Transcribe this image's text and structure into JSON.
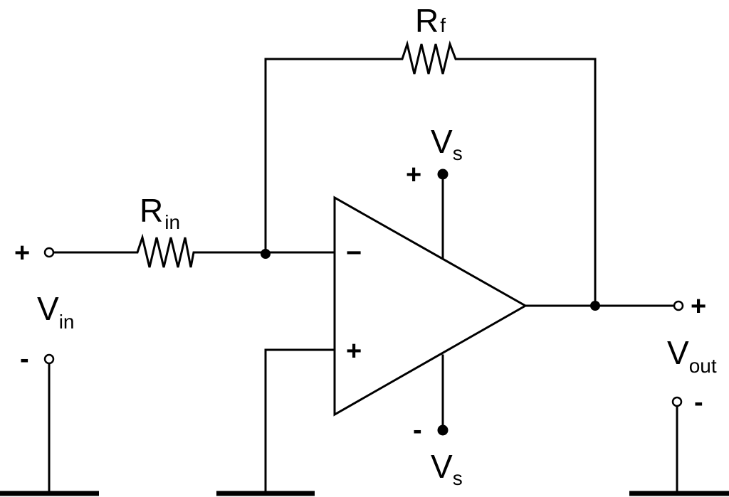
{
  "labels": {
    "rf_main": "R",
    "rf_sub": "f",
    "rin_main": "R",
    "rin_sub": "in",
    "vin_main": "V",
    "vin_sub": "in",
    "vout_main": "V",
    "vout_sub": "out",
    "vs_top_main": "V",
    "vs_top_sub": "s",
    "vs_bottom_main": "V",
    "vs_bottom_sub": "s"
  },
  "signs": {
    "vin_plus": "+",
    "vin_minus": "-",
    "vout_plus": "+",
    "vout_minus": "-",
    "vs_top_plus": "+",
    "vs_bottom_minus": "-",
    "inverting_input": "−",
    "noninverting_input": "+"
  }
}
